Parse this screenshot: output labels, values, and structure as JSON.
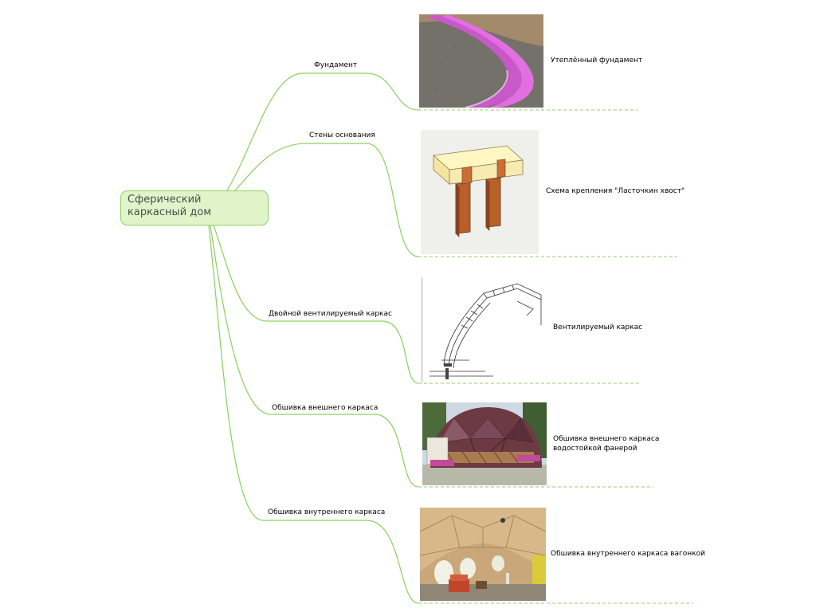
{
  "root": {
    "title": "Сферический каркасный дом"
  },
  "branches": [
    {
      "label": "Фундамент",
      "caption": "Утеплённый фундамент",
      "image": "insulated-foundation-photo"
    },
    {
      "label": "Стены основания",
      "caption": "Схема крепления \"Ласточкин хвост\"",
      "image": "dovetail-joint-diagram"
    },
    {
      "label": "Двойной вентилируемый каркас",
      "caption": "Вентилируемый каркас",
      "image": "ventilated-frame-sketch"
    },
    {
      "label": "Обшивка внешнего каркаса",
      "caption_lines": [
        "Обшивка внешнего каркаса",
        "водостойкой фанерой"
      ],
      "image": "geodesic-dome-exterior-photo"
    },
    {
      "label": "Обшивка внутреннего каркаса",
      "caption": "Обшивка внутреннего каркаса вагонкой",
      "image": "dome-interior-photo"
    }
  ],
  "colors": {
    "connector": "#8ccf5e",
    "root_fill": "#dff5c9",
    "root_border": "#8fcf63",
    "divider": "#a9d88a"
  }
}
